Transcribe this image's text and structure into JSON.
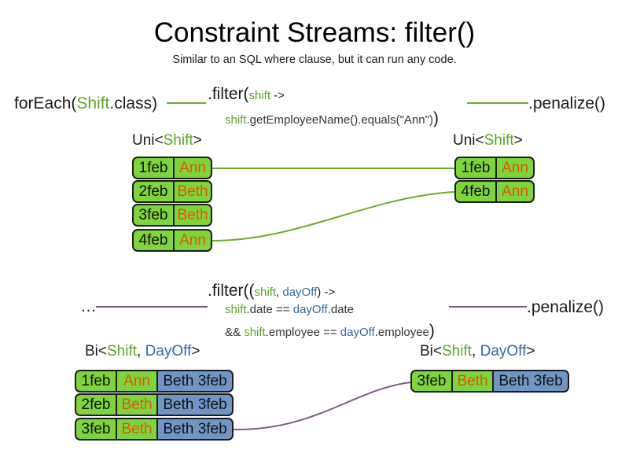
{
  "header": {
    "title": "Constraint Streams: filter()",
    "subtitle": "Similar to an SQL where clause, but it can run any code."
  },
  "colors": {
    "shift_green": "#5aa423",
    "dayoff_blue": "#34699e",
    "tuple_green": "#7ed43c",
    "tuple_blue": "#7295c8",
    "name_orange": "#e2540c",
    "wire_green": "#6aad2e",
    "wire_purple": "#7d5a86"
  },
  "uni_section": {
    "source_call": {
      "prefix": "forEach(",
      "type": "Shift",
      "suffix": ".class)"
    },
    "filter": {
      "line1_pre": ".filter(",
      "line1_var": "shift",
      "line1_post": " ->",
      "line2_var": "shift",
      "line2_body": ".getEmployeeName().equals(\"Ann\")",
      "line2_close": ")"
    },
    "penalize": ".penalize()",
    "left_header": {
      "prefix": "Uni<",
      "type": "Shift",
      "suffix": ">"
    },
    "right_header": {
      "prefix": "Uni<",
      "type": "Shift",
      "suffix": ">"
    },
    "left_rows": [
      {
        "date": "1feb",
        "name": "Ann"
      },
      {
        "date": "2feb",
        "name": "Beth"
      },
      {
        "date": "3feb",
        "name": "Beth"
      },
      {
        "date": "4feb",
        "name": "Ann"
      }
    ],
    "right_rows": [
      {
        "date": "1feb",
        "name": "Ann"
      },
      {
        "date": "4feb",
        "name": "Ann"
      }
    ]
  },
  "bi_section": {
    "source_call": "…",
    "filter": {
      "line1_pre": ".filter((",
      "line1_var1": "shift",
      "line1_sep": ", ",
      "line1_var2": "dayOff",
      "line1_post": ") ->",
      "line2_var1": "shift",
      "line2_mid": ".date == ",
      "line2_var2": "dayOff",
      "line2_end": ".date",
      "line3_pre": "&& ",
      "line3_var1": "shift",
      "line3_mid": ".employee == ",
      "line3_var2": "dayOff",
      "line3_end": ".employee",
      "line3_close": ")"
    },
    "penalize": ".penalize()",
    "left_header": {
      "prefix": "Bi<",
      "type1": "Shift",
      "sep": ", ",
      "type2": "DayOff",
      "suffix": ">"
    },
    "right_header": {
      "prefix": "Bi<",
      "type1": "Shift",
      "sep": ", ",
      "type2": "DayOff",
      "suffix": ">"
    },
    "left_rows": [
      {
        "date": "1feb",
        "name": "Ann",
        "dayoff": "Beth 3feb"
      },
      {
        "date": "2feb",
        "name": "Beth",
        "dayoff": "Beth 3feb"
      },
      {
        "date": "3feb",
        "name": "Beth",
        "dayoff": "Beth 3feb"
      }
    ],
    "right_rows": [
      {
        "date": "3feb",
        "name": "Beth",
        "dayoff": "Beth 3feb"
      }
    ]
  }
}
